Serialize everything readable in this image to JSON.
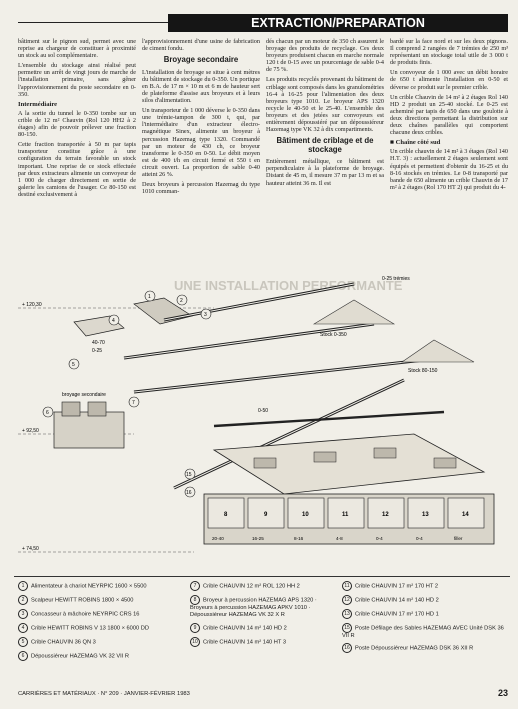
{
  "header": {
    "title": "EXTRACTION/PREPARATION"
  },
  "columns": {
    "c1": {
      "p1": "bâtiment sur le pignon sud, permet avec une reprise au chargeur de constituer à proximité un stock au sol complémentaire.",
      "p2": "L'ensemble du stockage ainsi réalisé peut permettre un arrêt de vingt jours de marche de l'installation primaire, sans gêner l'approvisionnement du poste secondaire en 0-350.",
      "h1": "Intermédiaire",
      "p3": "A la sortie du tunnel le 0-350 tombe sur un crible de 12 m² Chauvin (Rol 120 HH2 à 2 étages) afin de pouvoir prélever une fraction 80-150.",
      "p4": "Cette fraction transportée à 50 m par tapis transporteur constitue grâce à une configuration du terrain favorable un stock important. Une reprise de ce stock effectuée par deux extracteurs alimente un convoyeur de 1 000 de charger directement en sortie de galerie les camions de l'usager. Ce 80-150 est destiné exclusivement à"
    },
    "c2": {
      "p1": "l'approvisionnement d'une usine de fabrication de ciment fondu.",
      "h1": "Broyage secondaire",
      "p2": "L'installation de broyage se situe à cent mètres du bâtiment de stockage du 0-350. Un portique en B.A. de 17 m × 10 m et 6 m de hauteur sert de plateforme d'assise aux broyeurs et à leurs silos d'alimentation.",
      "p3": "Un transporteur de 1 000 déverse le 0-350 dans une trémie-tampon de 300 t, qui, par l'intermédiaire d'un extracteur électro-magnétique Sinex, alimente un broyeur à percussion Hazemag type 1320. Commandé par un moteur de 430 ch, ce broyeur transforme le 0-350 en 0-50. Le débit moyen est de 400 t/h en circuit fermé et 550 t en circuit ouvert. La proportion de sable 0-40 atteint 26 %.",
      "p4": "Deux broyeurs à percussion Hazemag du type 1010 comman-"
    },
    "c3": {
      "p1": "dés chacun par un moteur de 350 ch assurent le broyage des produits de recyclage. Ces deux broyeurs produisent chacun en marche normale 120 t de 0-15 avec un pourcentage de sable 0-4 de 75 %.",
      "p2": "Les produits recyclés provenant du bâtiment de criblage sont composés dans les granulométries 16-4 à 16-25 pour l'alimentation des deux broyeurs type 1010. Le broyeur APS 1320 recycle le 40-50 et le 25-40. L'ensemble des broyeurs et des jetées sur convoyeurs est entièrement dépoussiéré par un dépoussiéreur Hazemag type VK 32 à dix compartiments.",
      "h1": "Bâtiment de criblage et de stockage",
      "p3": "Entièrement métallique, ce bâtiment est perpendiculaire à la plateforme de broyage. Distant de 45 m, il mesure 37 m par 13 m et sa hauteur atteint 36 m. Il est"
    },
    "c4": {
      "p1": "bardé sur la face nord et sur les deux pignons. Il comprend 2 rangées de 7 trémies de 250 m³ représentant un stockage total utile de 3 000 t de produits finis.",
      "p2": "Un convoyeur de 1 000 avec un débit horaire de 650 t alimente l'installation en 0-50 et déverse ce produit sur le premier crible.",
      "p3": "Un crible Chauvin de 14 m² à 2 étages Rol 140 HD 2 produit un 25-40 stocké. Le 0-25 est acheminé par tapis de 650 dans une goulotte à deux directions permettant la distribution sur deux chaînes parallèles qui comportent chacune deux cribles.",
      "h1": "■ Chaîne côté sud",
      "p4": "Un crible chauvin de 14 m² à 3 étages (Rol 140 H.T. 3) : actuellement 2 étages seulement sont équipés et permettent d'obtenir du 16-25 et du 8-16 stockés en trémies. Le 0-8 transporté par bande de 650 alimente un crible Chauvin de 17 m² à 2 étages (Rol 170 HT 2) qui produit du 4-"
    }
  },
  "diagram": {
    "elevations": {
      "e1": "+ 120,30",
      "e2": "+ 92,50",
      "e3": "+ 74,50"
    },
    "labels": {
      "trimm": "0-25 trémies",
      "stock1": "Stock 0-350",
      "stock2": "Stock 80-150",
      "broyage": "broyage secondaire",
      "size1": "40-70",
      "size2": "0-25",
      "belt": "0-50"
    },
    "hopper_numbers": [
      "8",
      "9",
      "10",
      "11",
      "12",
      "13",
      "14"
    ],
    "hopper_sizes": [
      "20-40",
      "16-25",
      "8-16",
      "4-8",
      "0-4",
      "0-4",
      "filler"
    ],
    "callouts": [
      "1",
      "2",
      "3",
      "4",
      "5",
      "6",
      "7",
      "15",
      "16"
    ],
    "watermark": "UNE INSTALLATION PERFORMANTE"
  },
  "legend": {
    "items": [
      {
        "n": "1",
        "text": "Alimentateur à chariot NEYRPIC 1600 × 5500"
      },
      {
        "n": "2",
        "text": "Scalpeur HEWITT ROBINS 1800 × 4500"
      },
      {
        "n": "3",
        "text": "Concasseur à mâchoire NEYRPIC CRS 16"
      },
      {
        "n": "4",
        "text": "Crible HEWITT ROBINS V 13 1800 × 6000 DD"
      },
      {
        "n": "5",
        "text": "Crible CHAUVIN 36 QN 3"
      },
      {
        "n": "6",
        "text": "Dépoussiéreur HAZEMAG VK 32 VII R"
      },
      {
        "n": "7",
        "text": "Crible CHAUVIN 12 m² ROL 120 HH 2"
      },
      {
        "n": "8",
        "text": "Broyeur à percussion HAZEMAG APS 1320 · Broyeurs à percussion HAZEMAG APKV 1010 · Dépoussiéreur HAZEMAG VK 32 X R"
      },
      {
        "n": "9",
        "text": "Crible CHAUVIN 14 m² 140 HD 2"
      },
      {
        "n": "10",
        "text": "Crible CHAUVIN 14 m² 140 HT 3"
      },
      {
        "n": "11",
        "text": "Crible CHAUVIN 17 m² 170 HT 2"
      },
      {
        "n": "12",
        "text": "Crible CHAUVIN 14 m² 140 HD 2"
      },
      {
        "n": "13",
        "text": "Crible CHAUVIN 17 m² 170 HD 1"
      },
      {
        "n": "15",
        "text": "Poste Défilage des Sables HAZEMAG AVEC Unité DSK 36 VII R"
      },
      {
        "n": "16",
        "text": "Poste Dépoussiéreur HAZEMAG DSK 36 XII R"
      }
    ]
  },
  "footer": {
    "left": "CARRIÈRES ET MATÉRIAUX · N° 209 · JANVIER-FÉVRIER 1983",
    "page": "23"
  }
}
